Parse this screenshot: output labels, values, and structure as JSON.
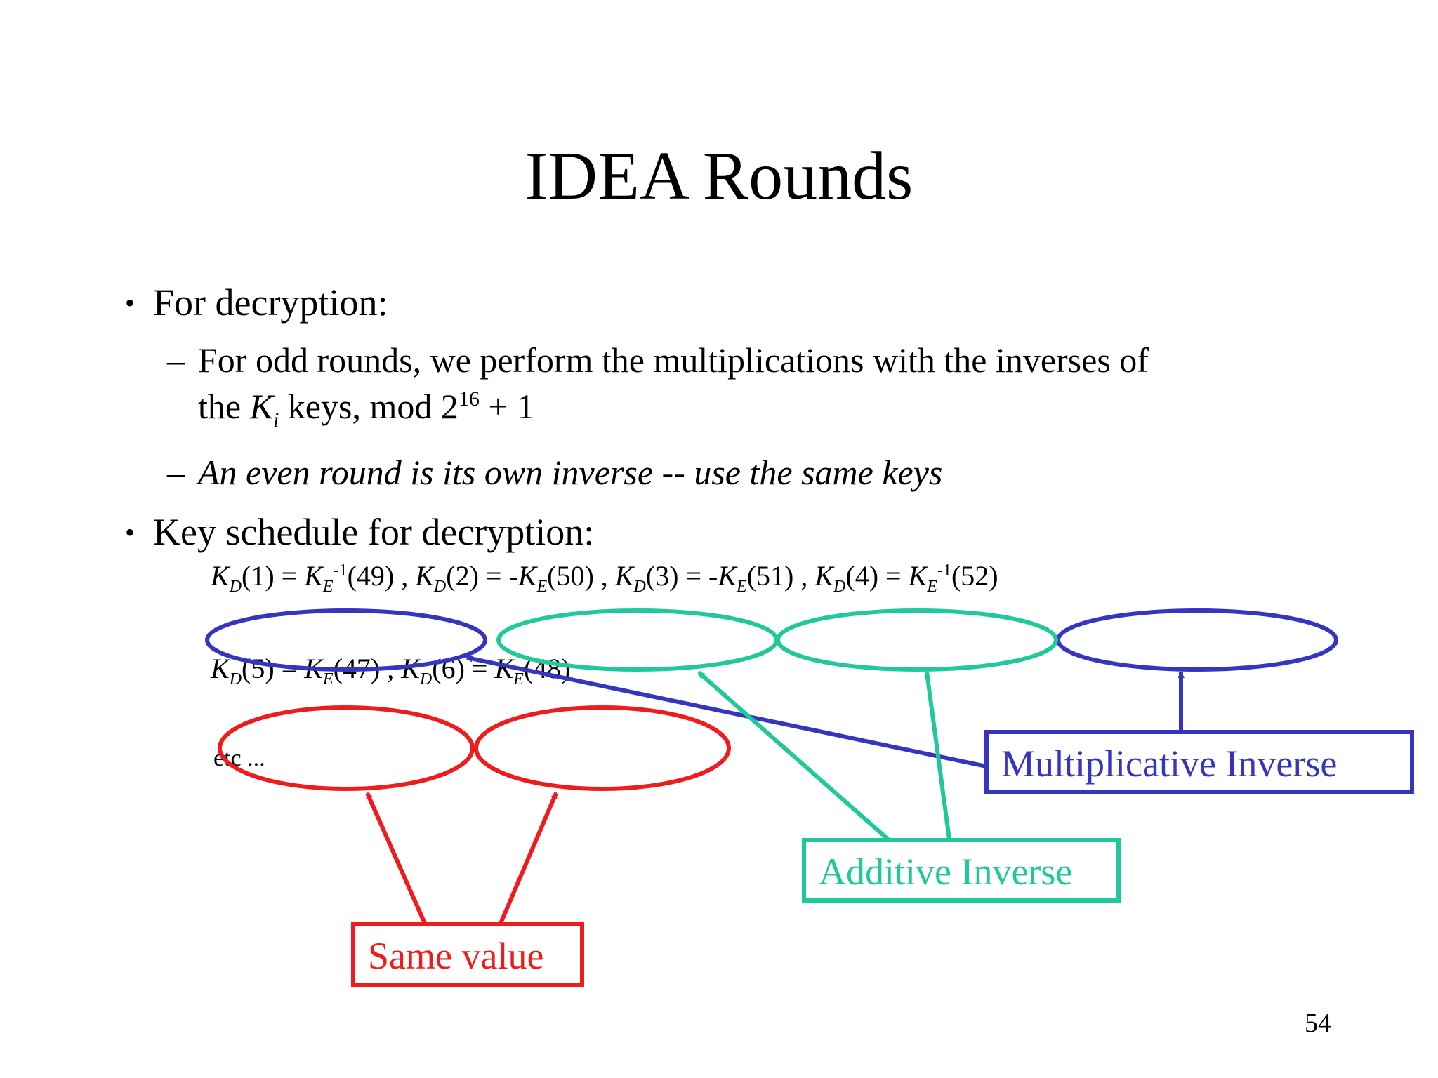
{
  "slide": {
    "title": "IDEA Rounds",
    "page_number": "54",
    "bullets": [
      {
        "text": "For decryption:",
        "sub": [
          {
            "line1": "For odd rounds, we perform the multiplications with the inverses of",
            "line2_pre": "the ",
            "line2_k": "K",
            "line2_i": "i",
            "line2_mid": " keys, mod 2",
            "line2_exp": "16",
            "line2_post": " + 1"
          },
          {
            "text": "An even round is its own inverse -- use the same keys"
          }
        ]
      },
      {
        "text": "Key schedule for decryption:"
      }
    ],
    "key_schedule": {
      "k": "K",
      "d": "D",
      "e": "E",
      "inv_exp": "-1",
      "kd1_idx": "(1) = ",
      "ke49": "(49)  ,  ",
      "kd2_idx": "(2) = -",
      "ke50": "(50)  ,  ",
      "kd3_idx": "(3) = -",
      "ke51": "(51)  ,  ",
      "kd4_idx": "(4) = ",
      "ke52": "(52)",
      "kd5_idx": "(5) = ",
      "ke47": "(47)  , ",
      "kd6_idx": "(6) = ",
      "ke48": "(48)",
      "etc": "etc ..."
    },
    "callouts": {
      "multiplicative": "Multiplicative Inverse",
      "additive": "Additive Inverse",
      "same": "Same value"
    },
    "colors": {
      "multiplicative": "#3535c0",
      "additive": "#1fc99a",
      "same": "#ee1c1c"
    }
  }
}
